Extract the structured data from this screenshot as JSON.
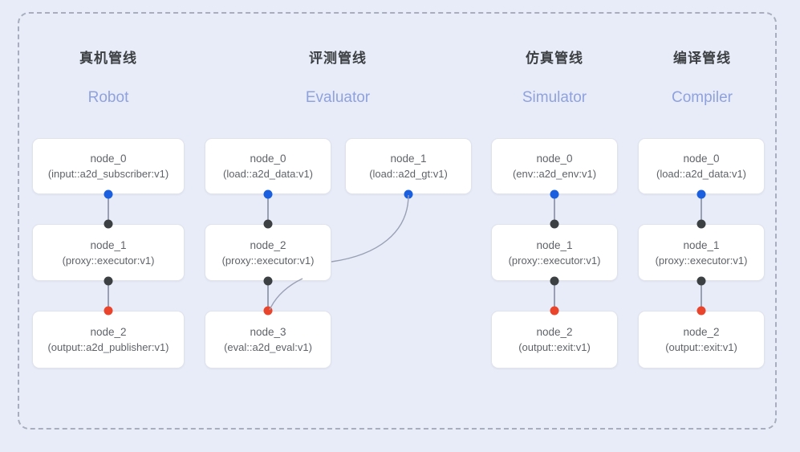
{
  "panel": {
    "background_color": "#e8ecf8",
    "border_color": "#a8aebd"
  },
  "colors": {
    "port_in": "#1a5fe0",
    "port_mid": "#3c4043",
    "port_out": "#e8452c",
    "edge": "#9aa0b4",
    "card_bg": "#ffffff",
    "card_border": "#dfe3ec",
    "title_cn": "#3c4043",
    "title_en": "#8fa2dd",
    "node_text": "#5f6368"
  },
  "columns": [
    {
      "id": "robot",
      "title_cn": "真机管线",
      "title_en": "Robot",
      "nodes": [
        {
          "name": "node_0",
          "spec": "(input::a2d_subscriber:v1)"
        },
        {
          "name": "node_1",
          "spec": "(proxy::executor:v1)"
        },
        {
          "name": "node_2",
          "spec": "(output::a2d_publisher:v1)"
        }
      ]
    },
    {
      "id": "evaluator",
      "title_cn": "评测管线",
      "title_en": "Evaluator",
      "nodes": [
        {
          "name": "node_0",
          "spec": "(load::a2d_data:v1)"
        },
        {
          "name": "node_2",
          "spec": "(proxy::executor:v1)"
        },
        {
          "name": "node_3",
          "spec": "(eval::a2d_eval:v1)"
        }
      ],
      "side_nodes": [
        {
          "name": "node_1",
          "spec": "(load::a2d_gt:v1)"
        }
      ]
    },
    {
      "id": "simulator",
      "title_cn": "仿真管线",
      "title_en": "Simulator",
      "nodes": [
        {
          "name": "node_0",
          "spec": "(env::a2d_env:v1)"
        },
        {
          "name": "node_1",
          "spec": "(proxy::executor:v1)"
        },
        {
          "name": "node_2",
          "spec": "(output::exit:v1)"
        }
      ]
    },
    {
      "id": "compiler",
      "title_cn": "编译管线",
      "title_en": "Compiler",
      "nodes": [
        {
          "name": "node_0",
          "spec": "(load::a2d_data:v1)"
        },
        {
          "name": "node_1",
          "spec": "(proxy::executor:v1)"
        },
        {
          "name": "node_2",
          "spec": "(output::exit:v1)"
        }
      ]
    }
  ]
}
